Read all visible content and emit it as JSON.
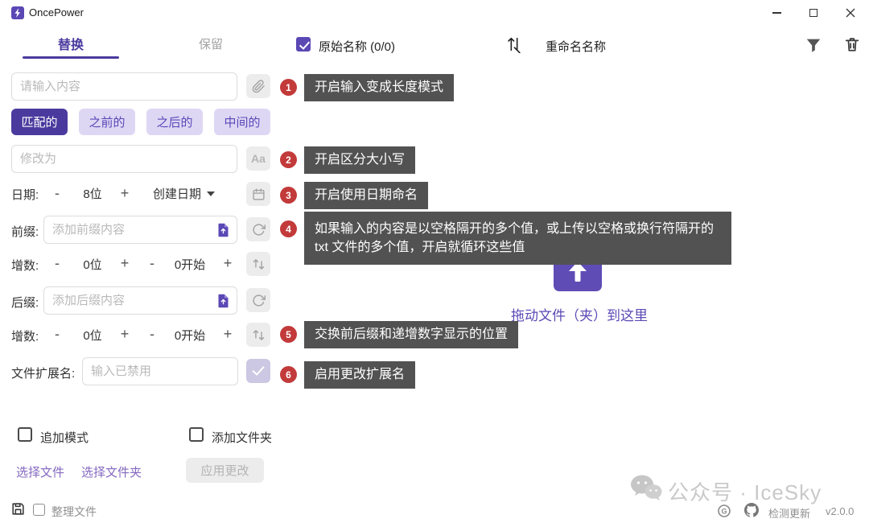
{
  "titlebar": {
    "title": "OncePower"
  },
  "header": {
    "tab_replace": "替换",
    "tab_keep": "保留",
    "original_name_label": "原始名称 (0/0)",
    "rename_label": "重命名名称"
  },
  "form": {
    "content_placeholder": "请输入内容",
    "match_modes": [
      "匹配的",
      "之前的",
      "之后的",
      "中间的"
    ],
    "modify_placeholder": "修改为",
    "aa_label": "Aa",
    "date": {
      "label": "日期:",
      "minus": "-",
      "digits": "8位",
      "plus": "+",
      "type": "创建日期"
    },
    "prefix": {
      "label": "前缀:",
      "placeholder": "添加前缀内容"
    },
    "inc1": {
      "label": "增数:",
      "minus": "-",
      "digits": "0位",
      "plus": "+",
      "minus2": "-",
      "start": "0开始",
      "plus2": "+"
    },
    "suffix": {
      "label": "后缀:",
      "placeholder": "添加后缀内容"
    },
    "inc2": {
      "label": "增数:",
      "minus": "-",
      "digits": "0位",
      "plus": "+",
      "minus2": "-",
      "start": "0开始",
      "plus2": "+"
    },
    "extension": {
      "label": "文件扩展名:",
      "placeholder": "输入已禁用"
    }
  },
  "tooltips": [
    {
      "num": "1",
      "text": "开启输入变成长度模式"
    },
    {
      "num": "2",
      "text": "开启区分大小写"
    },
    {
      "num": "3",
      "text": "开启使用日期命名"
    },
    {
      "num": "4",
      "text": "如果输入的内容是以空格隔开的多个值，或上传以空格或换行符隔开的 txt 文件的多个值，开启就循环这些值"
    },
    {
      "num": "5",
      "text": "交换前后缀和递增数字显示的位置"
    },
    {
      "num": "6",
      "text": "启用更改扩展名"
    }
  ],
  "dropzone": {
    "text": "拖动文件（夹）到这里"
  },
  "actions": {
    "append_mode": "追加模式",
    "add_folder": "添加文件夹",
    "select_file": "选择文件",
    "select_folder": "选择文件夹",
    "apply": "应用更改"
  },
  "statusbar": {
    "organize": "整理文件",
    "watermark": "公众号 · IceSky",
    "check_update": "检测更新",
    "version": "v2.0.0"
  },
  "icons": {
    "gitee_letter": "G"
  },
  "colors": {
    "accent": "#5b48b5",
    "accent_dark": "#4b3a9e",
    "accent_light": "#ded7f4",
    "tooltip_bg": "#525252",
    "badge_red": "#c23a3a"
  }
}
